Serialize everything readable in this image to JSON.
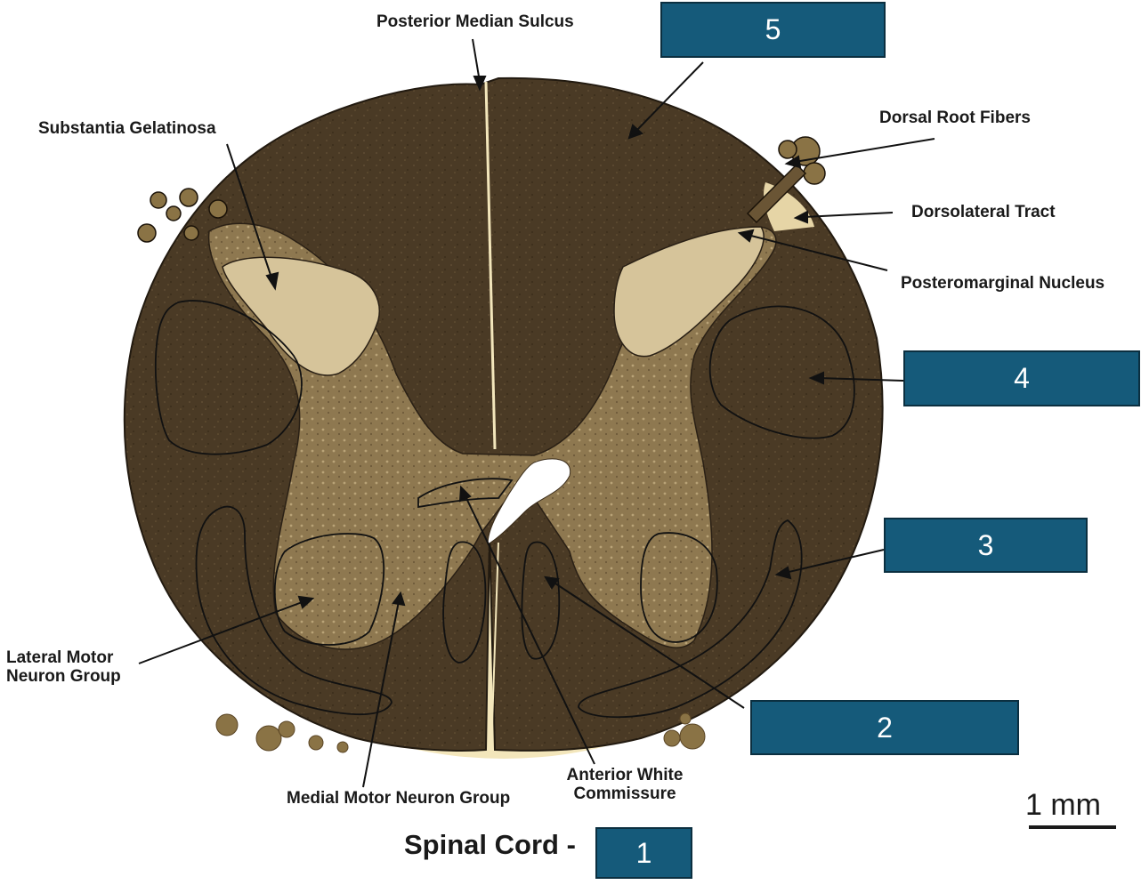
{
  "labels": {
    "posterior_median_sulcus": "Posterior Median Sulcus",
    "substantia_gelatinosa": "Substantia Gelatinosa",
    "dorsal_root_fibers": "Dorsal Root Fibers",
    "dorsolateral_tract": "Dorsolateral Tract",
    "posteromarginal_nucleus": "Posteromarginal Nucleus",
    "lateral_motor_line1": "Lateral Motor",
    "lateral_motor_line2": "Neuron Group",
    "medial_motor": "Medial Motor Neuron Group",
    "anterior_white_line1": "Anterior White",
    "anterior_white_line2": "Commissure"
  },
  "answer_boxes": {
    "box1": "1",
    "box2": "2",
    "box3": "3",
    "box4": "4",
    "box5": "5"
  },
  "title_prefix": "Spinal Cord -",
  "scale_label": "1 mm",
  "colors": {
    "tissue_white_matter": "#4a3a25",
    "tissue_gray_matter": "#a08a5e",
    "tissue_gelatinosa": "#d6c49a",
    "pia_halo": "#f3e6bb",
    "answer_box_fill": "#155a7a",
    "text": "#1a1a1a"
  }
}
